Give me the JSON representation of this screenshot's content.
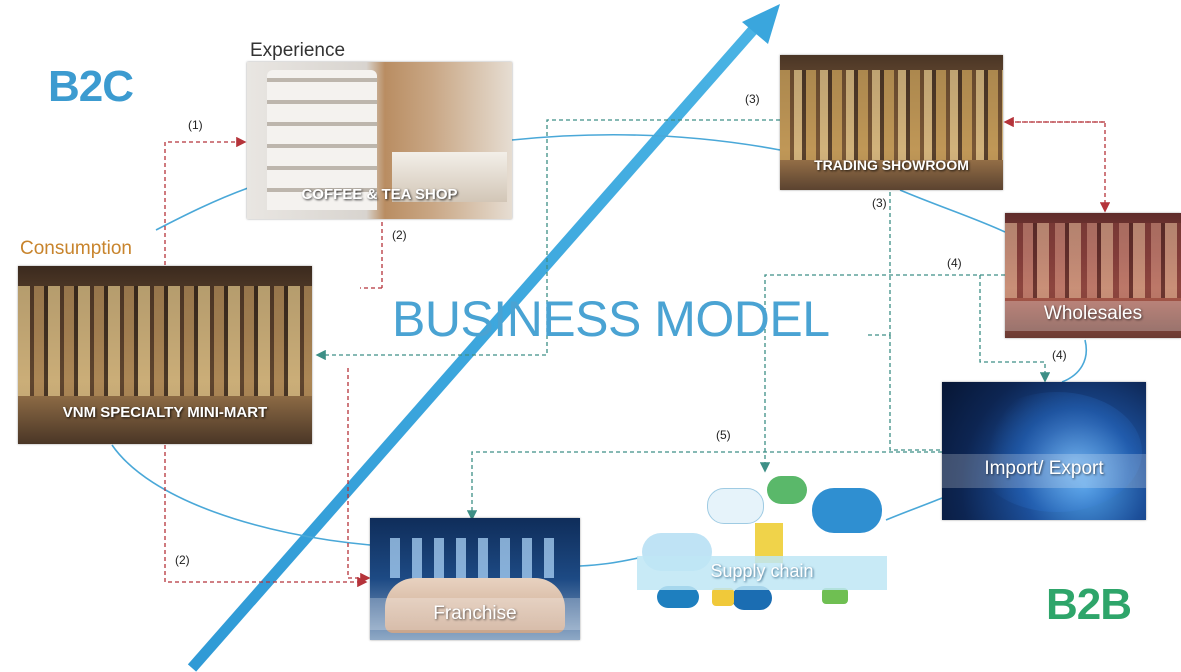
{
  "labels": {
    "b2c": "B2C",
    "b2b": "B2B",
    "experience": "Experience",
    "consumption": "Consumption",
    "business_model": "BUSINESS MODEL"
  },
  "nodes": {
    "coffee_shop": "COFFEE & TEA SHOP",
    "trading_showroom": "TRADING SHOWROOM",
    "wholesales": "Wholesales",
    "mini_mart": "VNM SPECIALTY MINI-MART",
    "import_export": "Import/ Export",
    "supply_chain": "Supply chain",
    "franchise": "Franchise"
  },
  "flow_numbers": {
    "n1": "(1)",
    "n2_top": "(2)",
    "n2_bottom": "(2)",
    "n3_top": "(3)",
    "n3_mid": "(3)",
    "n4_top": "(4)",
    "n4_bottom": "(4)",
    "n5": "(5)"
  },
  "colors": {
    "b2c": "#3c9bd0",
    "b2b": "#2ea56a",
    "consumption": "#c8842c",
    "business_model": "#4aa3d3",
    "arrow": "#3aa6dd",
    "curve": "#4aa8d8",
    "red_dashed": "#b5333a",
    "green_dashed": "#3d8f86"
  }
}
